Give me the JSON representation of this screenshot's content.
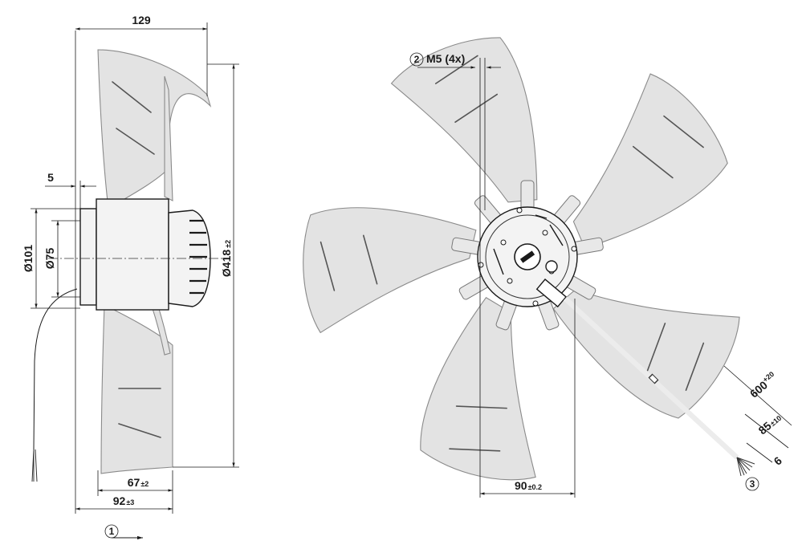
{
  "dimensions": {
    "width_overall": "129",
    "flange_offset": "5",
    "diameter_mount": "Ø101",
    "diameter_hub": "Ø75",
    "diameter_impeller": "Ø418",
    "diameter_impeller_tol": "±2",
    "depth_hub": "67",
    "depth_hub_tol": "±2",
    "depth_total": "92",
    "depth_total_tol": "±3",
    "thread_spec": "M5 (4x)",
    "hole_spacing": "90",
    "hole_spacing_tol": "±0.2",
    "cable_length": "600",
    "cable_length_tol": "+20",
    "strip_length": "85",
    "strip_length_tol": "±10",
    "wire_strip": "6"
  },
  "markers": {
    "airflow": "1",
    "thread": "2",
    "cable": "3"
  }
}
